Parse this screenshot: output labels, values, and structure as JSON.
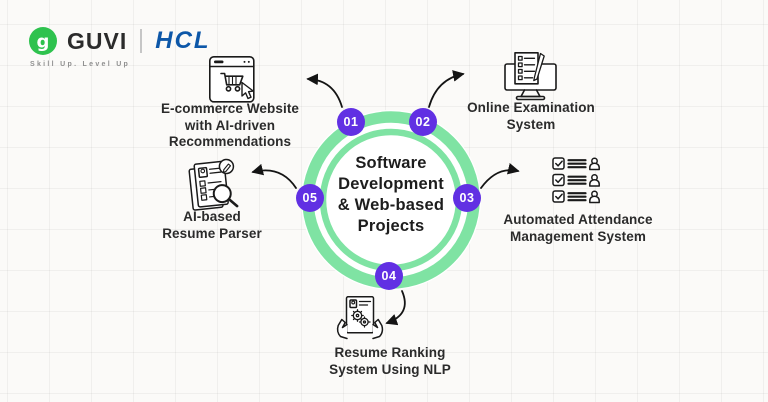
{
  "brand": {
    "guvi": "GUVI",
    "hcl": "HCL",
    "tagline": "Skill Up. Level Up",
    "guvi_green": "#2ec24e",
    "hcl_blue": "#0d57a8"
  },
  "center": {
    "title": "Software Development & Web-based Projects",
    "lines": [
      "Software",
      "Development",
      "& Web-based",
      "Projects"
    ]
  },
  "colors": {
    "ring_green": "#7fe3a3",
    "badge_purple": "#6130e3",
    "text_dark": "#2b2b2b",
    "arrow_black": "#141414",
    "background": "#fbfaf8"
  },
  "items": [
    {
      "number": "01",
      "label": "E-commerce Website with AI-driven Recommendations",
      "lines": [
        "E-commerce Website",
        "with AI-driven",
        "Recommendations"
      ],
      "icon": "browser-cart-icon"
    },
    {
      "number": "02",
      "label": "Online Examination System",
      "lines": [
        "Online Examination",
        "System"
      ],
      "icon": "monitor-exam-icon"
    },
    {
      "number": "03",
      "label": "Automated Attendance Management System",
      "lines": [
        "Automated Attendance",
        "Management System"
      ],
      "icon": "attendance-list-icon"
    },
    {
      "number": "04",
      "label": "Resume Ranking System Using NLP",
      "lines": [
        "Resume Ranking",
        "System Using NLP"
      ],
      "icon": "resume-gears-icon"
    },
    {
      "number": "05",
      "label": "AI-based Resume Parser",
      "lines": [
        "AI-based",
        "Resume Parser"
      ],
      "icon": "resume-search-icon"
    }
  ]
}
